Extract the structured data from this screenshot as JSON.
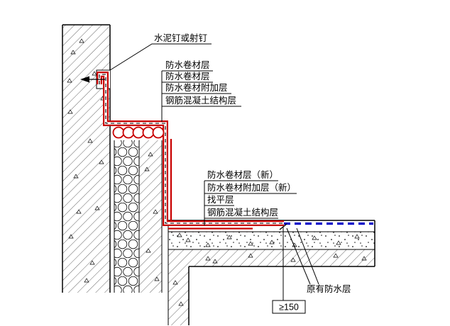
{
  "labels": {
    "nail": "水泥钉或射钉",
    "upper": [
      "防水卷材层",
      "防水卷材层",
      "防水卷材附加层",
      "钢筋混凝土结构层"
    ],
    "lower": [
      "防水卷材层（新）",
      "防水卷材附加层（新）",
      "找平层",
      "钢筋混凝土结构层"
    ],
    "existing": "原有防水层",
    "dimension": "≥150"
  },
  "colors": {
    "new_membrane": "#c80000",
    "existing_membrane": "#0000c8",
    "line": "#000000",
    "background": "#ffffff"
  }
}
